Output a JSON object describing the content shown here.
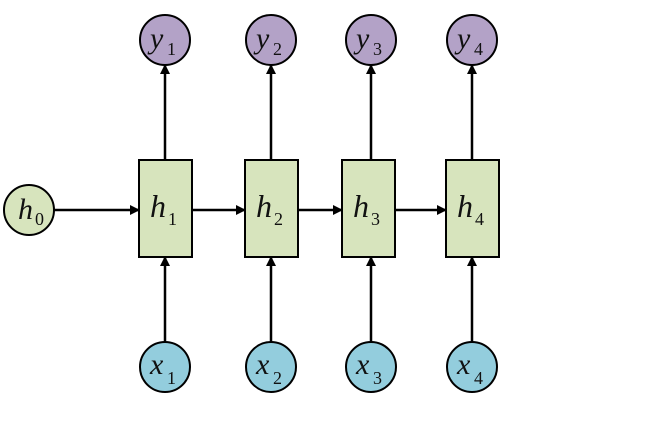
{
  "diagram": {
    "initial_state": {
      "symbol": "h",
      "index": "0"
    },
    "steps": [
      {
        "hidden": {
          "symbol": "h",
          "index": "1"
        },
        "output": {
          "symbol": "y",
          "index": "1"
        },
        "input": {
          "symbol": "x",
          "index": "1"
        }
      },
      {
        "hidden": {
          "symbol": "h",
          "index": "2"
        },
        "output": {
          "symbol": "y",
          "index": "2"
        },
        "input": {
          "symbol": "x",
          "index": "2"
        }
      },
      {
        "hidden": {
          "symbol": "h",
          "index": "3"
        },
        "output": {
          "symbol": "y",
          "index": "3"
        },
        "input": {
          "symbol": "x",
          "index": "3"
        }
      },
      {
        "hidden": {
          "symbol": "h",
          "index": "4"
        },
        "output": {
          "symbol": "y",
          "index": "4"
        },
        "input": {
          "symbol": "x",
          "index": "4"
        }
      }
    ]
  },
  "colors": {
    "hidden_fill": "#d7e4bd",
    "output_fill": "#b3a2c7",
    "input_fill": "#93cddd",
    "stroke": "#000000"
  }
}
